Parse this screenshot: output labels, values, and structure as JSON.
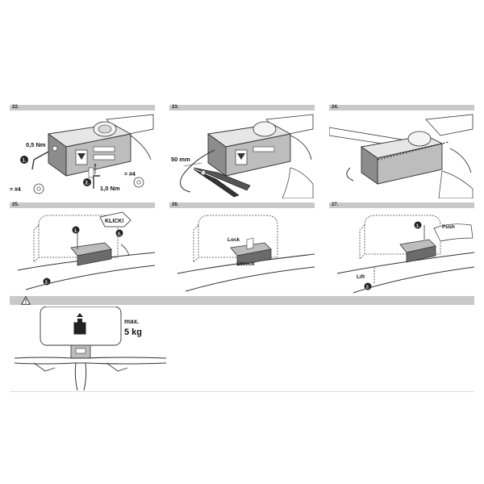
{
  "steps_row1": [
    {
      "number": "22."
    },
    {
      "number": "23."
    },
    {
      "number": "24."
    }
  ],
  "steps_row2": [
    {
      "number": "25."
    },
    {
      "number": "26."
    },
    {
      "number": "27."
    }
  ],
  "step22": {
    "torque_small": "0,5 Nm",
    "torque_large": "1,0 Nm",
    "key_left": "= #4",
    "key_right": "= #4",
    "badge1": "1.",
    "badge2": "2."
  },
  "step23": {
    "length": "50 mm"
  },
  "step25": {
    "click": "KLICK!",
    "badge1": "1.",
    "badge2": "2.",
    "badge3": "3."
  },
  "step26": {
    "lock": "Lock",
    "unlock": "Unlock"
  },
  "step27": {
    "push": "Push",
    "lift": "Lift",
    "badge1": "1.",
    "badge2": "2."
  },
  "warning": {
    "icon": "warning-triangle-icon",
    "max_label": "max.",
    "max_value": "5 kg"
  },
  "colors": {
    "header_grey": "#c9c9c9",
    "line": "#333333",
    "fill_grey": "#bdbdbd",
    "dark_fill": "#6b6b6b"
  }
}
